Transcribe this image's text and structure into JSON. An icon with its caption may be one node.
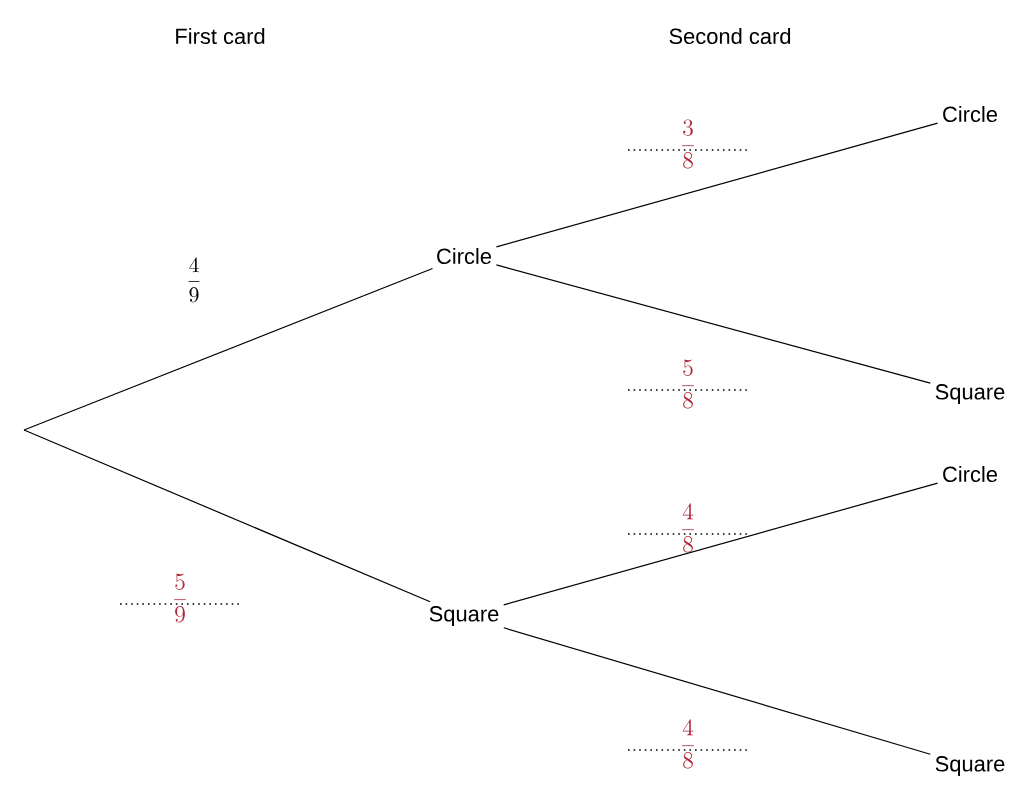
{
  "diagram": {
    "nodes": [
      {
        "text": [
          "Circle"
        ]
      },
      {
        "text": [
          "Square"
        ]
      },
      {
        "text": [
          "Circle"
        ]
      },
      {
        "text": [
          "Square"
        ]
      },
      {
        "text": [
          "Circle"
        ]
      },
      {
        "text": [
          "Square"
        ]
      }
    ],
    "edges": [
      {
        "from": null,
        "to": 0,
        "arrow": "none",
        "label": "\\frac{4}{9}"
      },
      {
        "from": null,
        "to": 1,
        "arrow": "none",
        "label": "\\frac{5}{9}"
      },
      {
        "from": 0,
        "to": 2,
        "arrow": "none",
        "label": "\\frac{3}{8}"
      },
      {
        "from": 0,
        "to": 3,
        "arrow": "none",
        "label": "\\frac{5}{8}"
      },
      {
        "from": 1,
        "to": 4,
        "arrow": "none",
        "label": "\\frac{4}{8}"
      },
      {
        "from": 1,
        "to": 5,
        "arrow": "none",
        "label": "\\frac{4}{8}"
      }
    ],
    "labels": [
      "First card",
      "Second card"
    ]
  }
}
